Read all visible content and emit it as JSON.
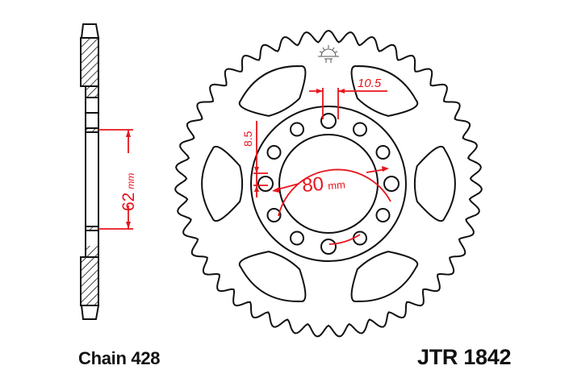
{
  "diagram": {
    "title": "JTR 1842",
    "chain_label": "Chain 428",
    "colors": {
      "outline": "#111111",
      "dimension": "#e8141c",
      "background": "#ffffff"
    },
    "side_view": {
      "dimension_value": "62",
      "dimension_unit": "mm"
    },
    "front_view": {
      "teeth": 43,
      "bolt_holes": 12,
      "cutouts": 6,
      "pcd_value": "80",
      "pcd_unit": "mm",
      "hole_diameter": "8.5",
      "hole_spacing": "10.5"
    },
    "logo": "sun-logo-icon"
  }
}
